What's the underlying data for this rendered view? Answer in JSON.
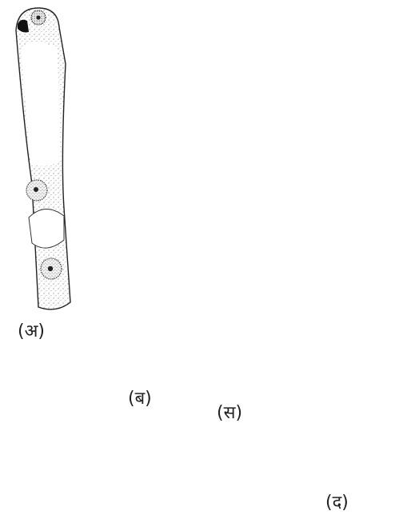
{
  "figure": {
    "panels": [
      {
        "label": "(अ)"
      },
      {
        "label": "(ब)"
      },
      {
        "label": "(स)"
      },
      {
        "label": "(द)"
      }
    ]
  }
}
